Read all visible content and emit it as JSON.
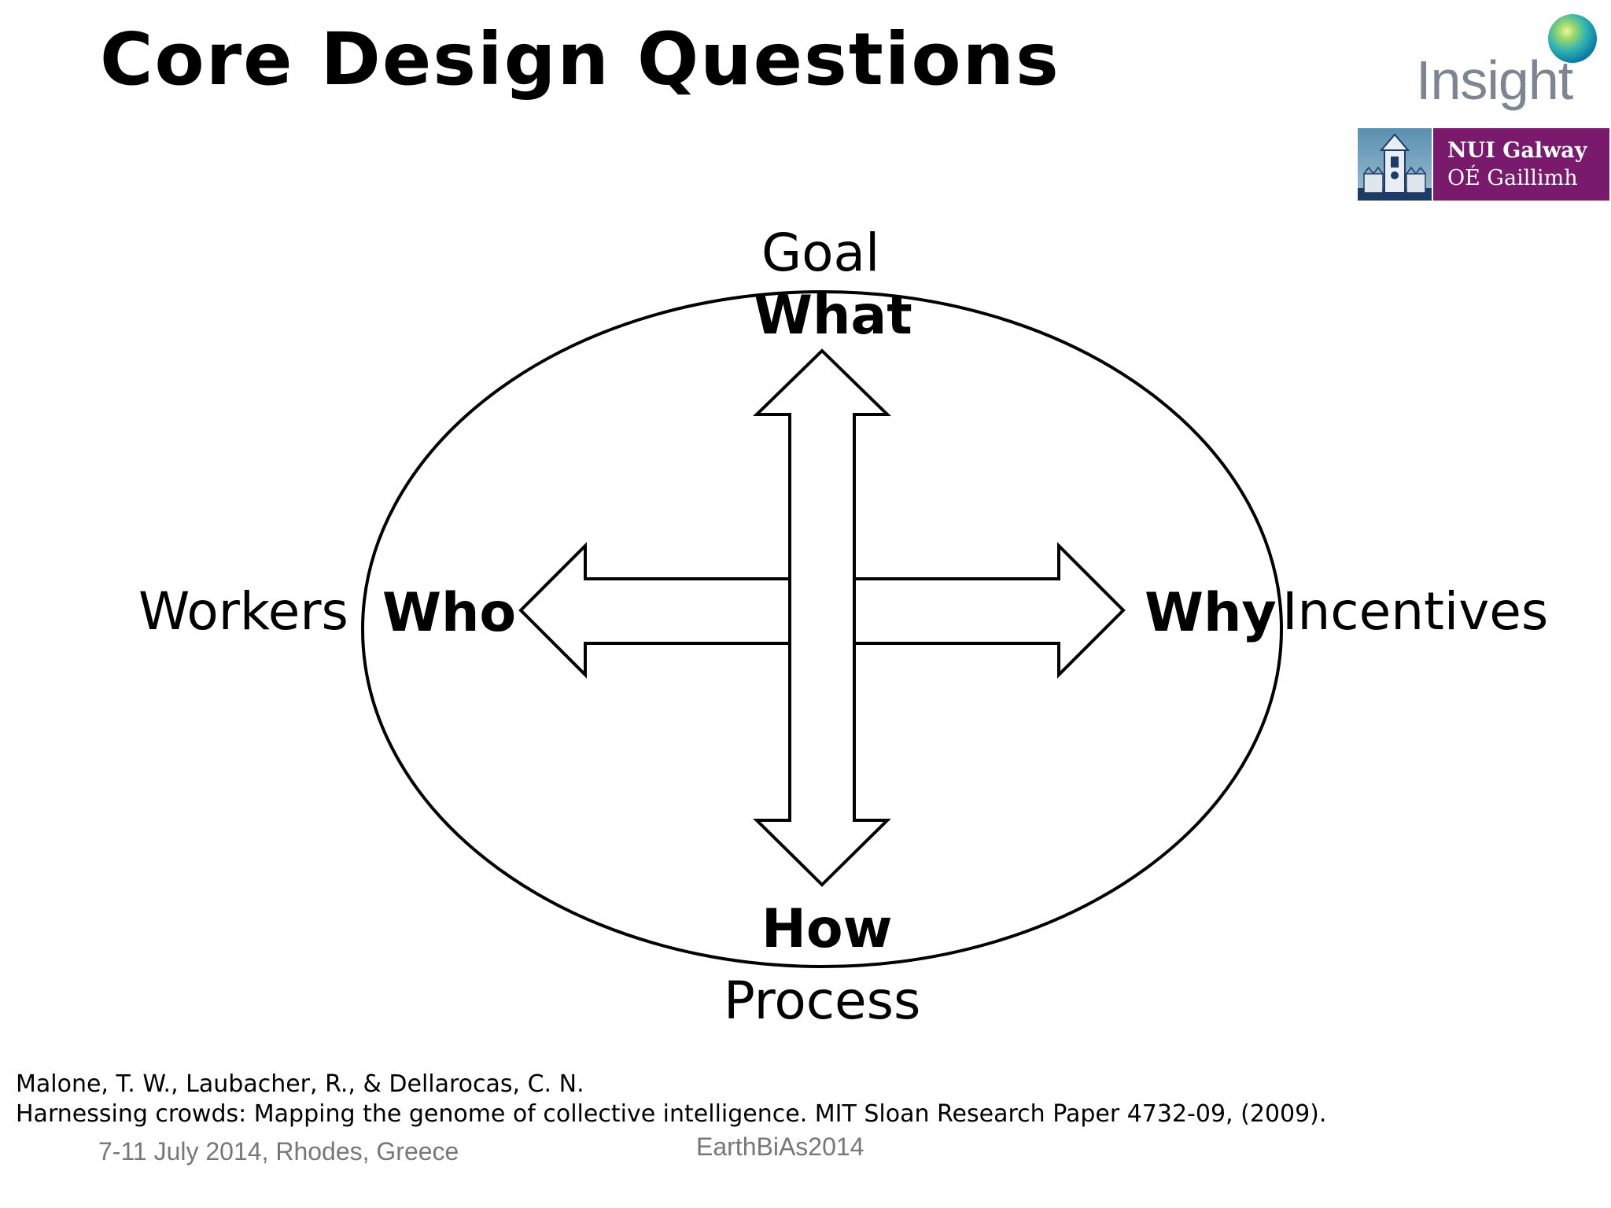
{
  "slide": {
    "title": "Core Design Questions"
  },
  "logos": {
    "insight": "Insight",
    "nui_line1": "NUI Galway",
    "nui_line2": "OÉ Gaillimh"
  },
  "diagram": {
    "top": {
      "outer": "Goal",
      "inner": "What"
    },
    "left": {
      "outer": "Workers",
      "inner": "Who"
    },
    "right": {
      "outer": "Incentives",
      "inner": "Why"
    },
    "bottom": {
      "outer": "Process",
      "inner": "How"
    }
  },
  "citation": {
    "line1": "Malone, T. W., Laubacher, R., & Dellarocas, C. N.",
    "line2": "Harnessing crowds: Mapping the genome of collective intelligence. MIT Sloan Research Paper 4732-09, (2009)."
  },
  "footer": {
    "date_location": "7-11 July 2014, Rhodes, Greece",
    "event": "EarthBiAs2014"
  },
  "colors": {
    "nui_purple": "#7a1a6c",
    "footer_gray": "#777777",
    "insight_gray": "#7d8592"
  }
}
